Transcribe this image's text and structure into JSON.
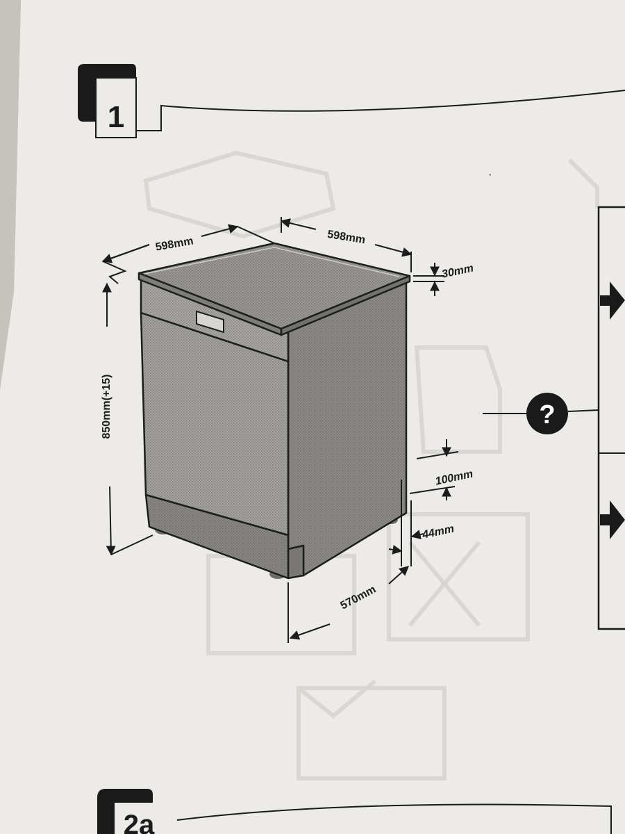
{
  "step_badges": {
    "step1": "1",
    "step2": "2a"
  },
  "dimensions": {
    "depth_left": "598mm",
    "width_top": "598mm",
    "top_thickness": "30mm",
    "height": "850mm(+15)",
    "plinth_height": "100mm",
    "plinth_inset": "44mm",
    "bottom_depth": "570mm"
  },
  "help_symbol": "?",
  "icons": {
    "arrow_upper": "arrow-right-icon",
    "arrow_lower": "arrow-right-icon",
    "help": "question-icon"
  },
  "colors": {
    "paper": "#ecebe7",
    "ink": "#1c1c1c",
    "appliance_side": "#8e8c88",
    "appliance_front": "#a4a29e",
    "appliance_top": "#9a9894"
  }
}
